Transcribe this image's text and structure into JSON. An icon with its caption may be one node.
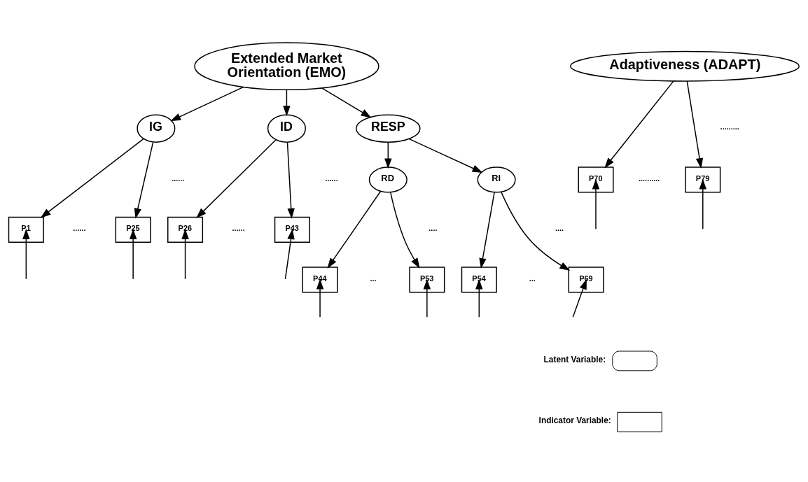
{
  "diagram": {
    "nodes": [
      {
        "text": [
          "Extended Market Orientation (EMO)"
        ]
      },
      {
        "text": [
          "Adaptiveness (ADAPT)"
        ]
      },
      {
        "text": [
          "IG"
        ]
      },
      {
        "text": [
          "ID"
        ]
      },
      {
        "text": [
          "RESP"
        ]
      },
      {
        "text": [
          "P1"
        ]
      },
      {
        "text": [
          "P25"
        ]
      },
      {
        "text": [
          "P26"
        ]
      },
      {
        "text": [
          "P43"
        ]
      },
      {
        "text": [
          "RD"
        ]
      },
      {
        "text": [
          "RI"
        ]
      },
      {
        "text": [
          "P70"
        ]
      },
      {
        "text": [
          "P79"
        ]
      },
      {
        "text": [
          "P44"
        ]
      },
      {
        "text": [
          "P53"
        ]
      },
      {
        "text": [
          "P54"
        ]
      },
      {
        "text": [
          "P69"
        ]
      }
    ],
    "edges": [
      {
        "from": 0,
        "to": 2,
        "arrow": "to"
      },
      {
        "from": 0,
        "to": 3,
        "arrow": "to"
      },
      {
        "from": 0,
        "to": 4,
        "arrow": "to"
      },
      {
        "from": 1,
        "to": 11,
        "arrow": "to"
      },
      {
        "from": 1,
        "to": 12,
        "arrow": "to"
      },
      {
        "from": 2,
        "to": 5,
        "arrow": "to"
      },
      {
        "from": 2,
        "to": 6,
        "arrow": "to"
      },
      {
        "from": 3,
        "to": 7,
        "arrow": "to"
      },
      {
        "from": 3,
        "to": 8,
        "arrow": "to"
      },
      {
        "from": 4,
        "to": 9,
        "arrow": "to"
      },
      {
        "from": 4,
        "to": 10,
        "arrow": "to"
      },
      {
        "from": 9,
        "to": 13,
        "arrow": "to"
      },
      {
        "from": 9,
        "to": 14,
        "arrow": "to"
      },
      {
        "from": 10,
        "to": 15,
        "arrow": "to"
      },
      {
        "from": 10,
        "to": 16,
        "arrow": "to"
      },
      {
        "from": null,
        "to": 5,
        "arrow": "to"
      },
      {
        "from": null,
        "to": 6,
        "arrow": "to"
      },
      {
        "from": null,
        "to": 7,
        "arrow": "to"
      },
      {
        "from": null,
        "to": 8,
        "arrow": "to"
      },
      {
        "from": null,
        "to": 11,
        "arrow": "to"
      },
      {
        "from": null,
        "to": 12,
        "arrow": "to"
      },
      {
        "from": null,
        "to": 13,
        "arrow": "to"
      },
      {
        "from": null,
        "to": 14,
        "arrow": "to"
      },
      {
        "from": null,
        "to": 15,
        "arrow": "to"
      },
      {
        "from": null,
        "to": 16,
        "arrow": "to"
      }
    ],
    "labels": [
      "......",
      "......",
      ".........",
      "......",
      "......",
      "..........",
      "....",
      "....",
      "...",
      "..."
    ],
    "legend": [
      {
        "text": "Latent Variable:"
      },
      {
        "text": "Indicator Variable:"
      }
    ]
  }
}
